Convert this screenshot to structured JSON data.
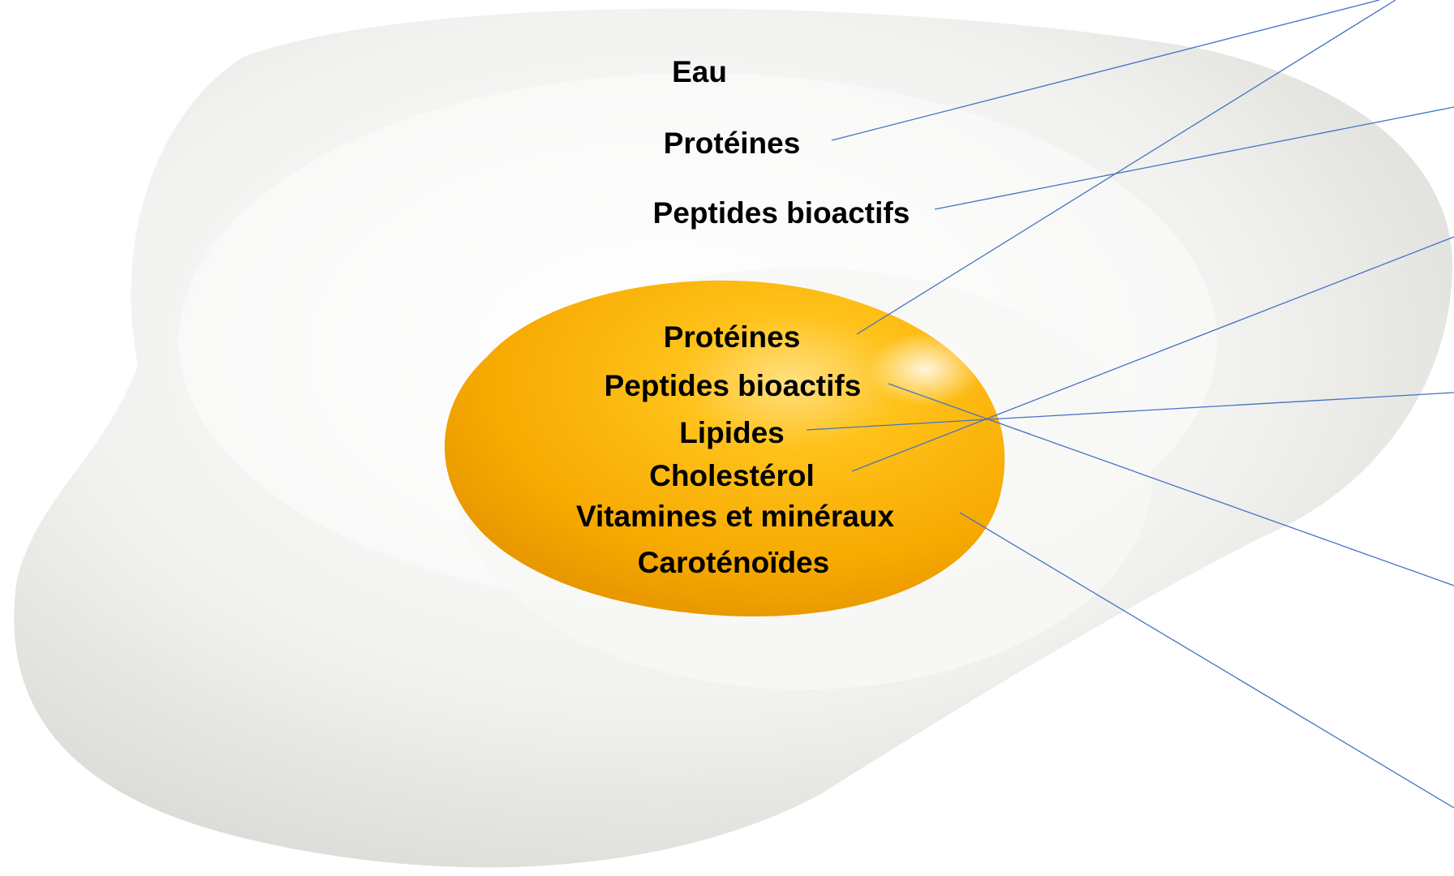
{
  "labels": {
    "white": {
      "eau": "Eau",
      "proteines": "Protéines",
      "peptides": "Peptides bioactifs"
    },
    "yolk": {
      "proteines": "Protéines",
      "peptides": "Peptides bioactifs",
      "lipides": "Lipides",
      "cholesterol": "Cholestérol",
      "vitamines": "Vitamines et minéraux",
      "carotenoides": "Caroténoïdes"
    }
  },
  "colors": {
    "leader_line": "#4472C4",
    "text": "#000000",
    "yolk": "#F6A800",
    "egg_white": "#F2F2F0"
  }
}
